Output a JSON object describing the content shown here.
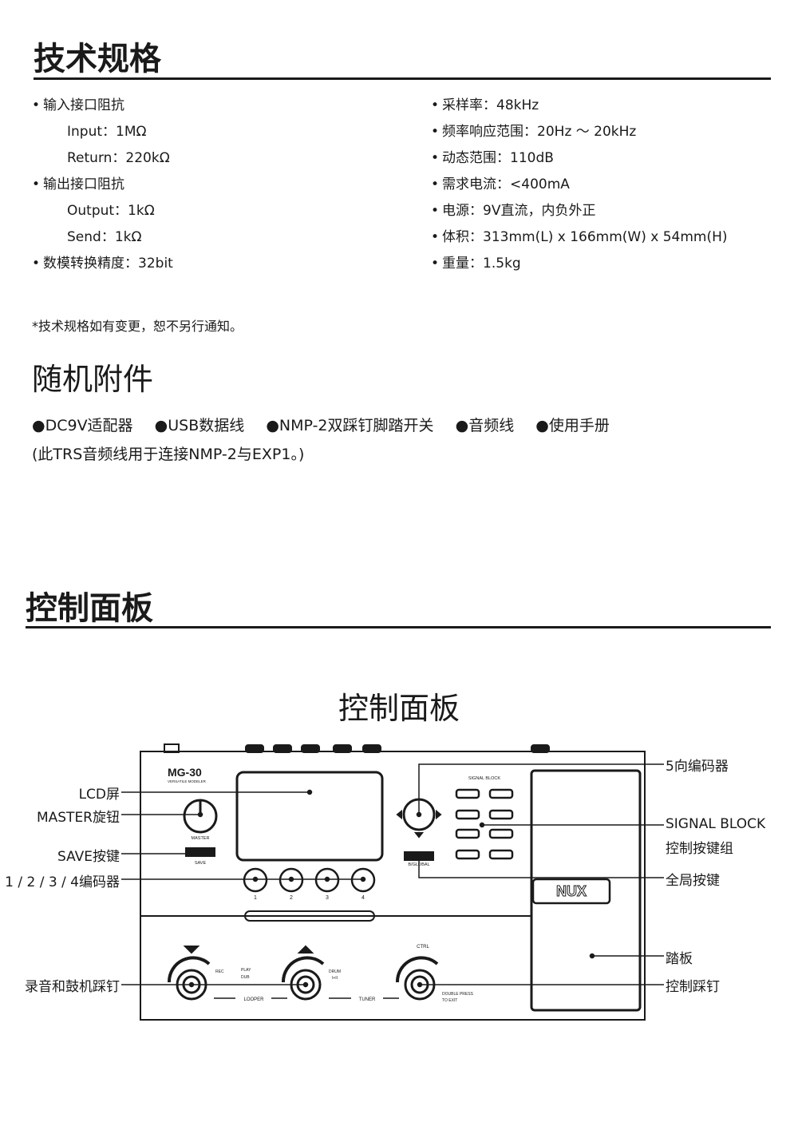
{
  "specs": {
    "title": "技术规格",
    "left": [
      {
        "text": "输入接口阻抗",
        "bullet": true
      },
      {
        "text": "Input：1MΩ",
        "bullet": false
      },
      {
        "text": "Return：220kΩ",
        "bullet": false
      },
      {
        "text": "输出接口阻抗",
        "bullet": true
      },
      {
        "text": "Output：1kΩ",
        "bullet": false
      },
      {
        "text": "Send：1kΩ",
        "bullet": false
      },
      {
        "text": "数模转换精度：32bit",
        "bullet": true
      }
    ],
    "right": [
      "采样率：48kHz",
      "频率响应范围：20Hz ～ 20kHz",
      "动态范围：110dB",
      "需求电流：<400mA",
      "电源：9V直流，内负外正",
      "体积：313mm(L) x 166mm(W) x 54mm(H)",
      "重量：1.5kg"
    ],
    "note": "*技术规格如有变更，恕不另行通知。"
  },
  "accessories": {
    "title": "随机附件",
    "items": [
      "●DC9V适配器",
      "●USB数据线",
      "●NMP-2双踩钉脚踏开关",
      "●音频线",
      "●使用手册"
    ],
    "note": "(此TRS音频线用于连接NMP-2与EXP1。)"
  },
  "panel": {
    "section_title": "控制面板",
    "diagram_title": "控制面板",
    "device": {
      "model": "MG-30",
      "model_sub": "VERSATILE MODELER",
      "brand": "NUX",
      "master_label": "MASTER",
      "save_label": "SAVE",
      "global_label": "B/GLOBAL",
      "signal_block_label": "SIGNAL BLOCK",
      "knob_numbers": [
        "1",
        "2",
        "3",
        "4"
      ],
      "looper_label": "LOOPER",
      "tuner_label": "TUNER",
      "ctrl_label": "CTRL",
      "rec_label": "REC",
      "play_label": "PLAY",
      "dub_label": "DUB",
      "drum_label": "DRUM",
      "drum_sub": "I+II",
      "double_press": "DOUBLE PRESS",
      "to_exit": "TO EXIT"
    },
    "labels_left": [
      "LCD屏",
      "MASTER旋钮",
      "SAVE按键",
      "1 / 2 / 3 / 4编码器",
      "录音和鼓机踩钉"
    ],
    "labels_right": [
      "5向编码器",
      "SIGNAL BLOCK",
      "控制按键组",
      "全局按键",
      "踏板",
      "控制踩钉"
    ]
  }
}
